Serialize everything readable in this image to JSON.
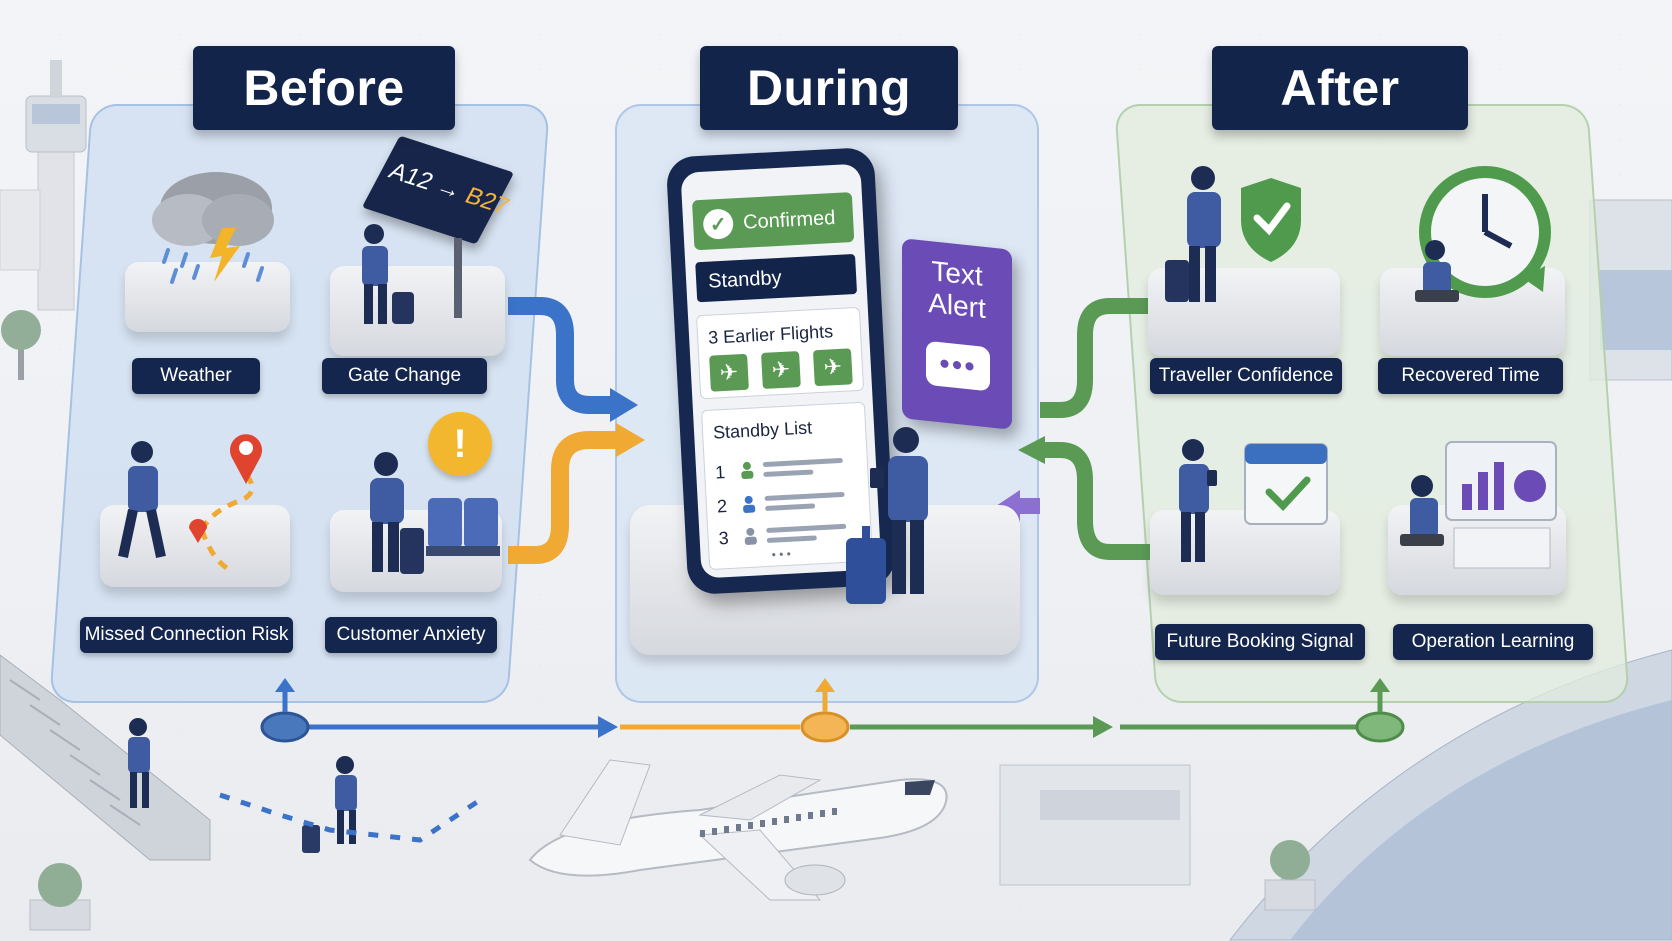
{
  "phases": {
    "before": {
      "title": "Before",
      "items": [
        "Weather",
        "Gate Change",
        "Missed Connection Risk",
        "Customer Anxiety"
      ],
      "gate_from": "A12",
      "gate_arrow": "→",
      "gate_to": "B27"
    },
    "during": {
      "title": "During",
      "phone": {
        "confirmed": "Confirmed",
        "standby": "Standby",
        "earlier_flights": "3 Earlier Flights",
        "standby_list": "Standby List",
        "positions": [
          "1",
          "2",
          "3"
        ],
        "ellipsis": "• • •"
      },
      "alert": {
        "line1": "Text",
        "line2": "Alert",
        "dots": "•••"
      }
    },
    "after": {
      "title": "After",
      "items": [
        "Traveller Confidence",
        "Recovered Time",
        "Future Booking Signal",
        "Operation Learning"
      ]
    }
  },
  "colors": {
    "navy": "#13244a",
    "blue": "#3b73c9",
    "orange": "#f0a933",
    "green": "#5a9a55",
    "purple": "#6b4bb5"
  },
  "icons": [
    "storm-cloud-icon",
    "gate-sign-icon",
    "map-pin-icon",
    "exclamation-icon",
    "check-icon",
    "airplane-icon",
    "person-icon",
    "shield-check-icon",
    "clock-icon",
    "calendar-check-icon",
    "bar-chart-icon",
    "chat-bubble-icon"
  ]
}
